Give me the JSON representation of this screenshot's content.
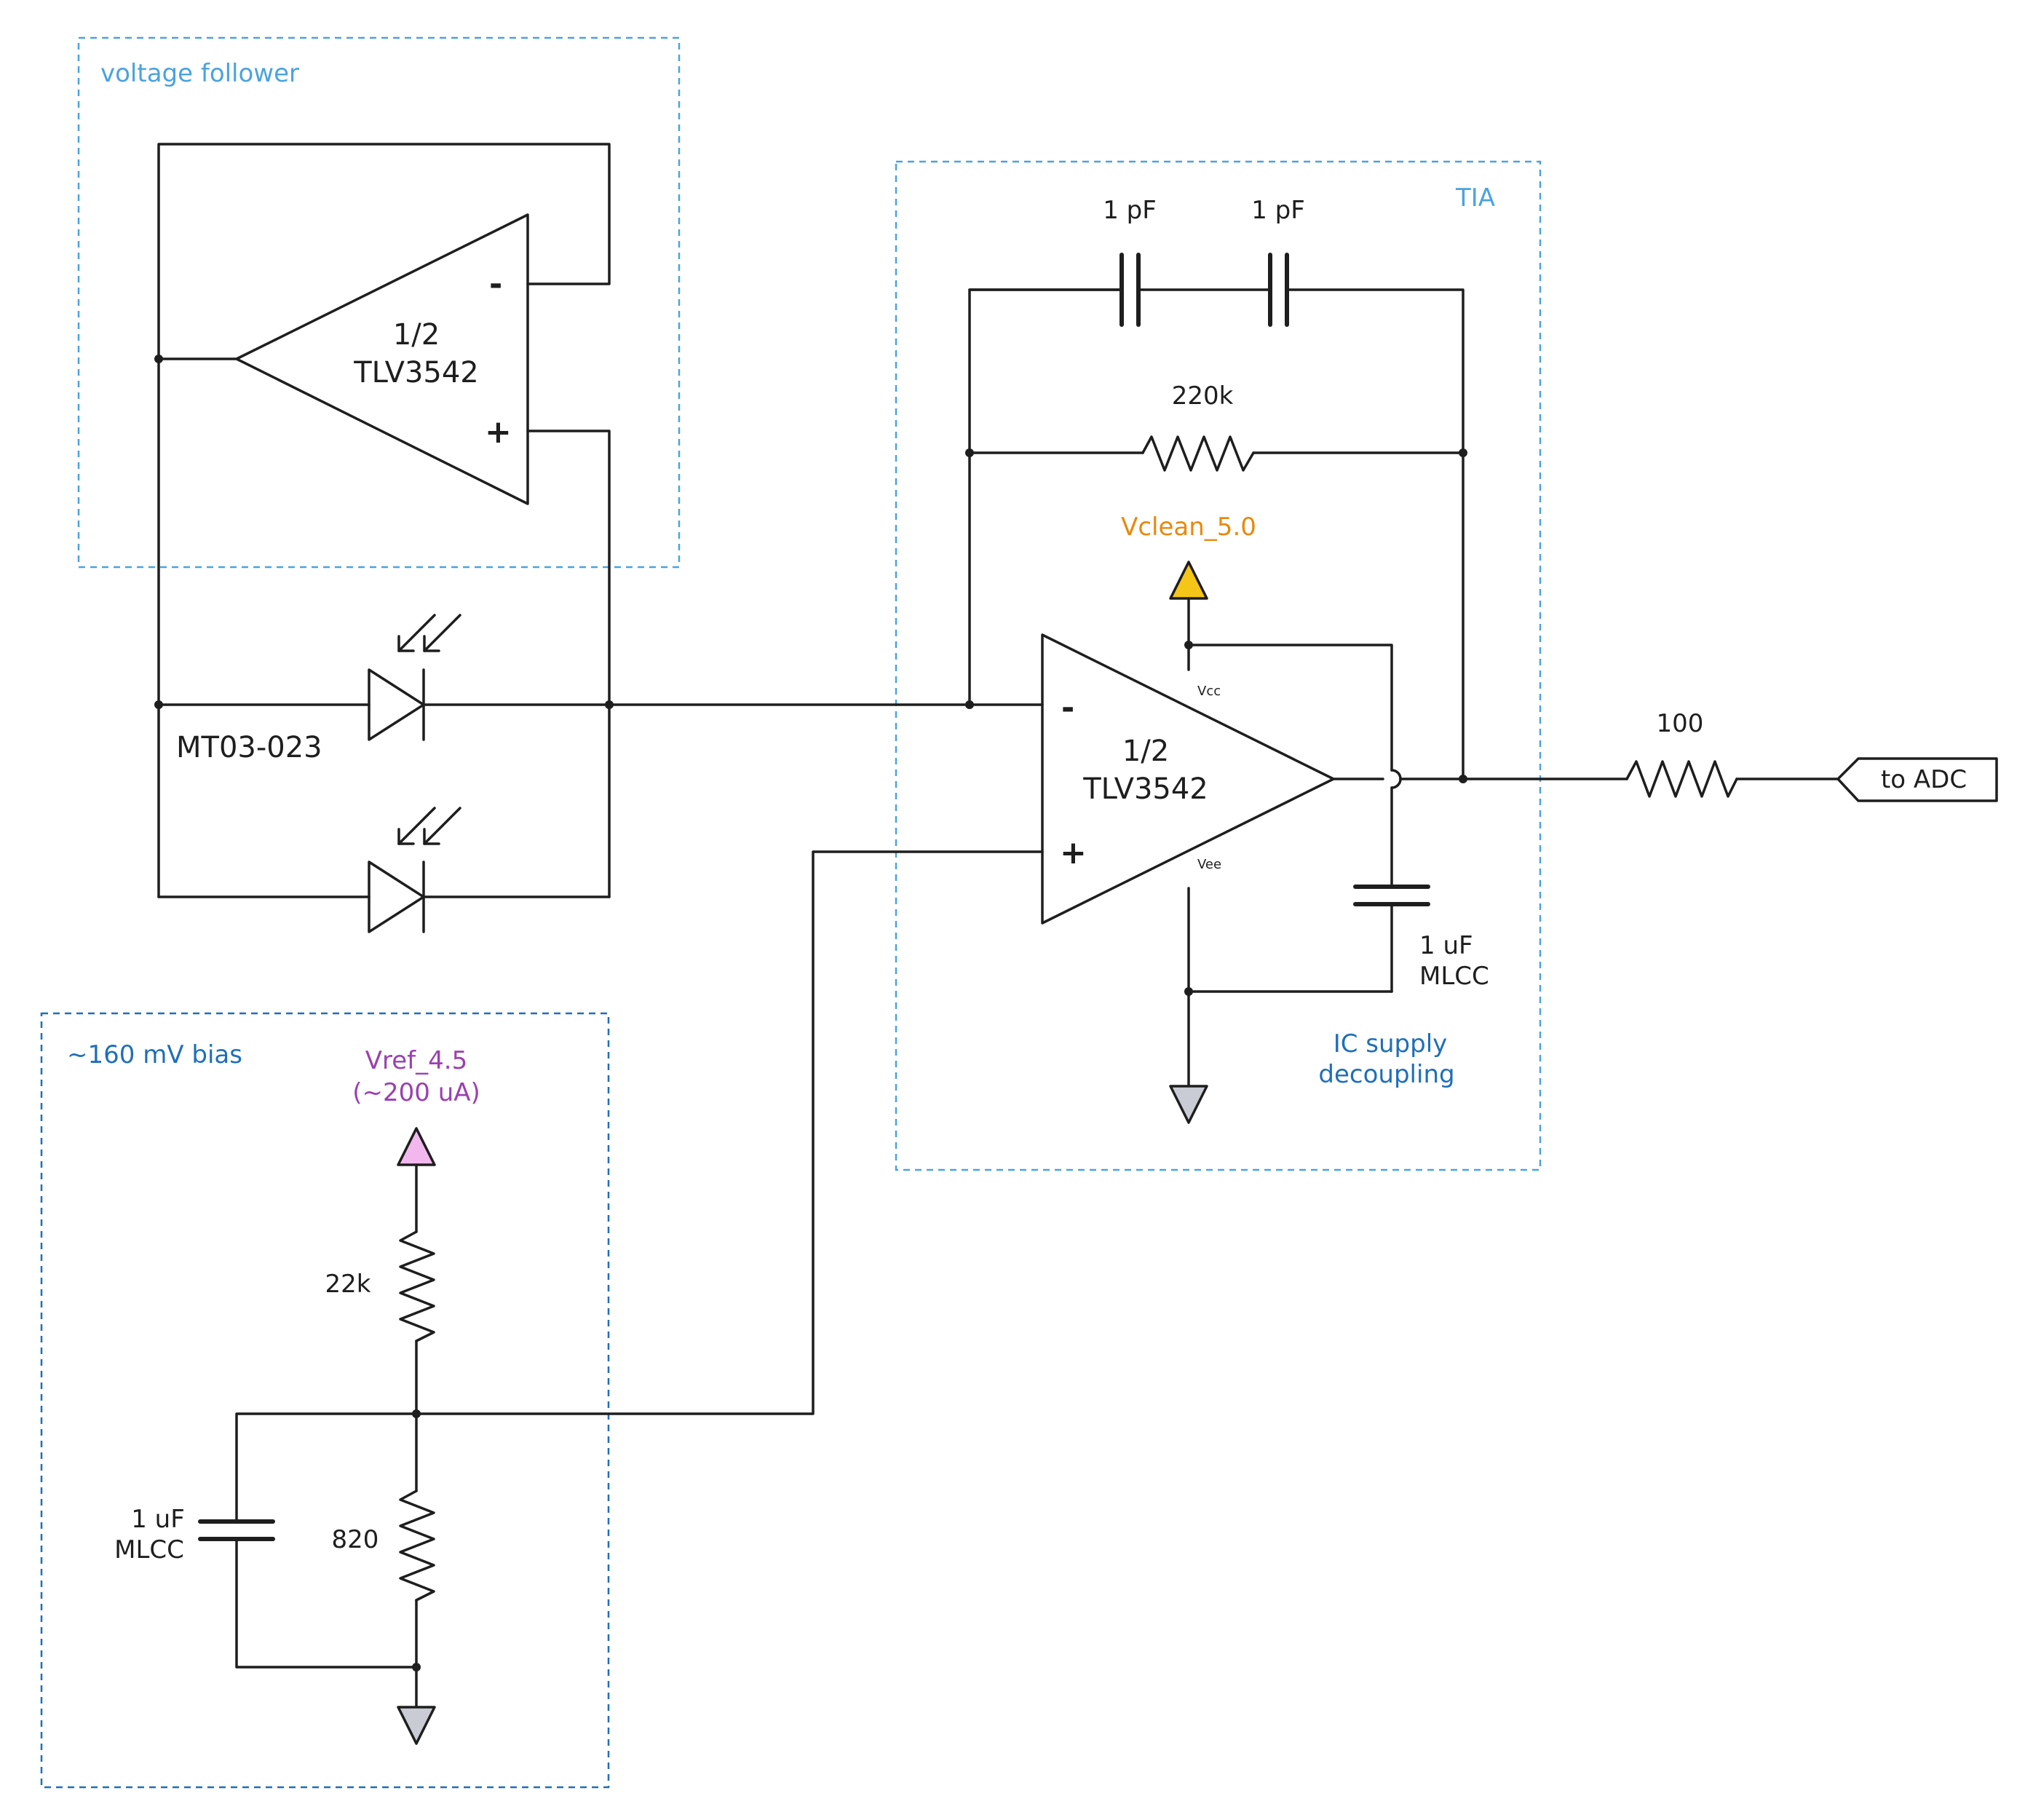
{
  "groups": {
    "voltage_follower": "voltage follower",
    "tia": "TIA",
    "bias": "~160 mV bias",
    "decoupling_line1": "IC supply",
    "decoupling_line2": "decoupling"
  },
  "opamp_follower": {
    "line1": "1/2",
    "line2": "TLV3542",
    "minus": "-",
    "plus": "+"
  },
  "opamp_tia": {
    "line1": "1/2",
    "line2": "TLV3542",
    "minus": "-",
    "plus": "+",
    "vcc": "Vcc",
    "vee": "Vee"
  },
  "photodiode": {
    "label": "MT03-023"
  },
  "components": {
    "cap_feedback_1": "1 pF",
    "cap_feedback_2": "1 pF",
    "res_feedback": "220k",
    "res_output": "100",
    "cap_decoupling_line1": "1 uF",
    "cap_decoupling_line2": "MLCC",
    "res_bias_top": "22k",
    "res_bias_bottom": "820",
    "cap_bias_line1": "1 uF",
    "cap_bias_line2": "MLCC"
  },
  "rails": {
    "vclean": "Vclean_5.0",
    "vref_line1": "Vref_4.5",
    "vref_line2": "(~200 uA)"
  },
  "output_port": {
    "label": "to ADC"
  },
  "colors": {
    "wire": "#1e1e1e",
    "box_light_blue": "#4aa3df",
    "box_dark_blue": "#1f6fb8",
    "vclean_fill": "#f5c518",
    "vref_fill": "#f2b8ee",
    "ground_fill": "#c9ccd4"
  }
}
